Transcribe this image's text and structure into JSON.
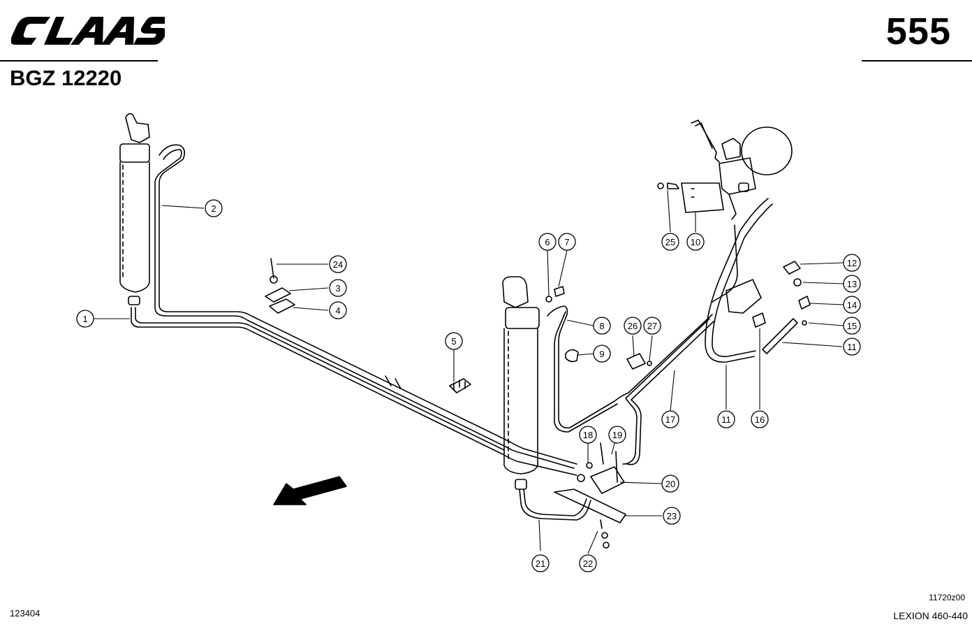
{
  "header": {
    "brand": "CLAAS",
    "page_number": "555",
    "group_code": "BGZ 12220"
  },
  "footer": {
    "doc_number": "123404",
    "drawing_code": "11720z00",
    "model": "LEXION 460-440"
  },
  "callouts": [
    {
      "id": "c1",
      "label": "1"
    },
    {
      "id": "c2",
      "label": "2"
    },
    {
      "id": "c3",
      "label": "3"
    },
    {
      "id": "c4",
      "label": "4"
    },
    {
      "id": "c5",
      "label": "5"
    },
    {
      "id": "c6",
      "label": "6"
    },
    {
      "id": "c7",
      "label": "7"
    },
    {
      "id": "c8",
      "label": "8"
    },
    {
      "id": "c9",
      "label": "9"
    },
    {
      "id": "c10",
      "label": "10"
    },
    {
      "id": "c11a",
      "label": "11"
    },
    {
      "id": "c11b",
      "label": "11"
    },
    {
      "id": "c12",
      "label": "12"
    },
    {
      "id": "c13",
      "label": "13"
    },
    {
      "id": "c14",
      "label": "14"
    },
    {
      "id": "c15",
      "label": "15"
    },
    {
      "id": "c16",
      "label": "16"
    },
    {
      "id": "c17",
      "label": "17"
    },
    {
      "id": "c18",
      "label": "18"
    },
    {
      "id": "c19",
      "label": "19"
    },
    {
      "id": "c20",
      "label": "20"
    },
    {
      "id": "c21",
      "label": "21"
    },
    {
      "id": "c22",
      "label": "22"
    },
    {
      "id": "c23",
      "label": "23"
    },
    {
      "id": "c24",
      "label": "24"
    },
    {
      "id": "c25",
      "label": "25"
    },
    {
      "id": "c26",
      "label": "26"
    },
    {
      "id": "c27",
      "label": "27"
    }
  ]
}
